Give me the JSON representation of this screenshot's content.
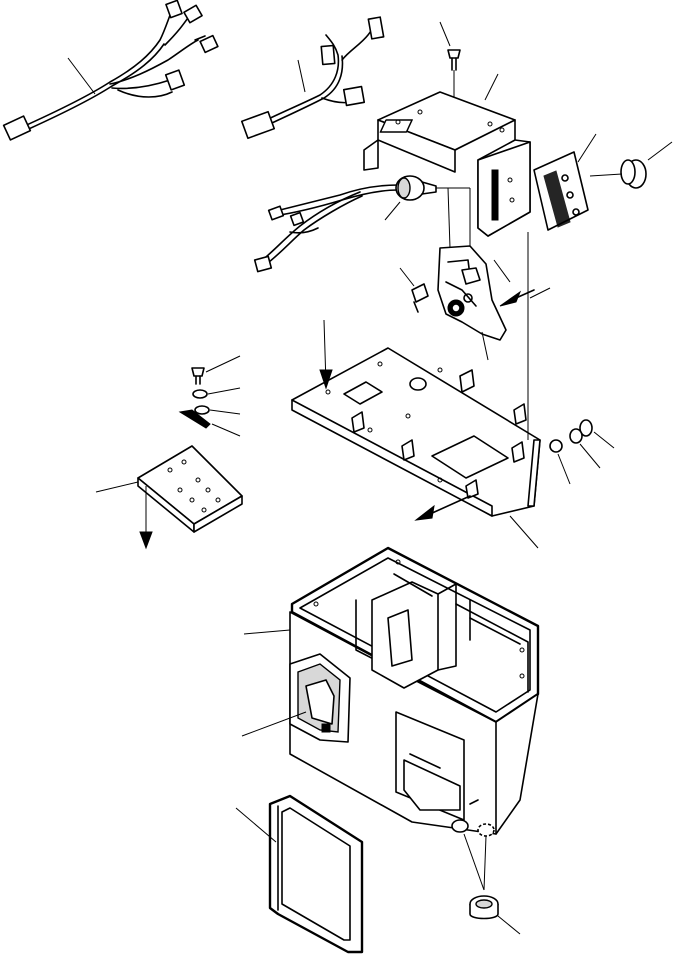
{
  "figure": {
    "type": "exploded-parts-diagram",
    "callout_count": 25,
    "part_labels": []
  },
  "parts": [
    "wiring-harness-left",
    "wiring-harness-center",
    "screw-top",
    "mounting-bracket",
    "switch-panel",
    "knob",
    "motor-harness",
    "switch-mechanism",
    "clip",
    "base-plate",
    "bolt",
    "washer",
    "pin",
    "hinge-plate",
    "console-box",
    "console-cover",
    "frame-gasket",
    "grommet"
  ]
}
